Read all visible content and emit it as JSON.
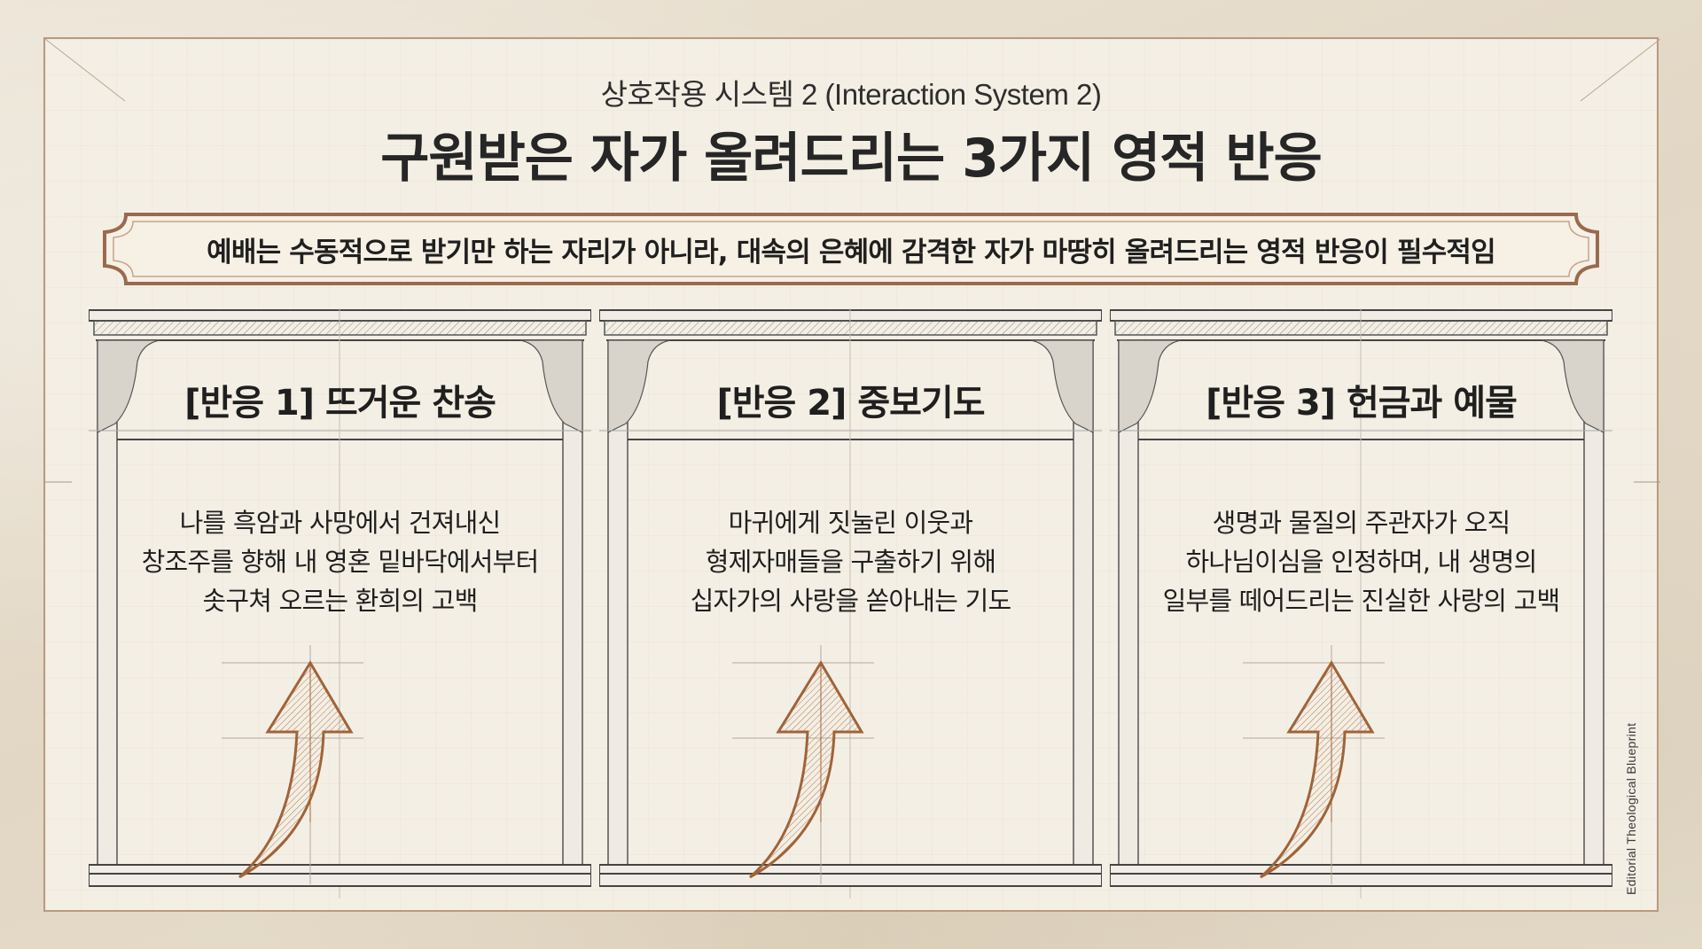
{
  "header": {
    "subtitle": "상호작용 시스템 2 (Interaction System 2)",
    "title": "구원받은 자가 올려드리는 3가지 영적 반응"
  },
  "banner": {
    "text": "예배는 수동적으로 받기만 하는 자리가 아니라, 대속의 은혜에 감격한 자가 마땅히 올려드리는 영적 반응이 필수적임"
  },
  "cards": [
    {
      "title": "[반응 1] 뜨거운 찬송",
      "lines": [
        "나를 흑암과 사망에서 건져내신",
        "창조주를 향해 내 영혼 밑바닥에서부터",
        "솟구쳐 오르는 환희의 고백"
      ],
      "icon": "upward-arrow-icon"
    },
    {
      "title": "[반응 2] 중보기도",
      "lines": [
        "마귀에게 짓눌린 이웃과",
        "형제자매들을 구출하기 위해",
        "십자가의 사랑을 쏟아내는 기도"
      ],
      "icon": "upward-arrow-icon"
    },
    {
      "title": "[반응 3] 헌금과 예물",
      "lines": [
        "생명과 물질의 주관자가 오직",
        "하나님이심을 인정하며, 내 생명의",
        "일부를 떼어드리는 진실한 사랑의 고백"
      ],
      "icon": "upward-arrow-icon"
    }
  ],
  "watermark": "Editorial Theological Blueprint",
  "colors": {
    "paper": "#f4efe4",
    "accent_copper": "#a0633a",
    "banner_border": "#9a6a4e",
    "ink": "#1f1f1f",
    "frame_line": "#4a4a4a"
  }
}
